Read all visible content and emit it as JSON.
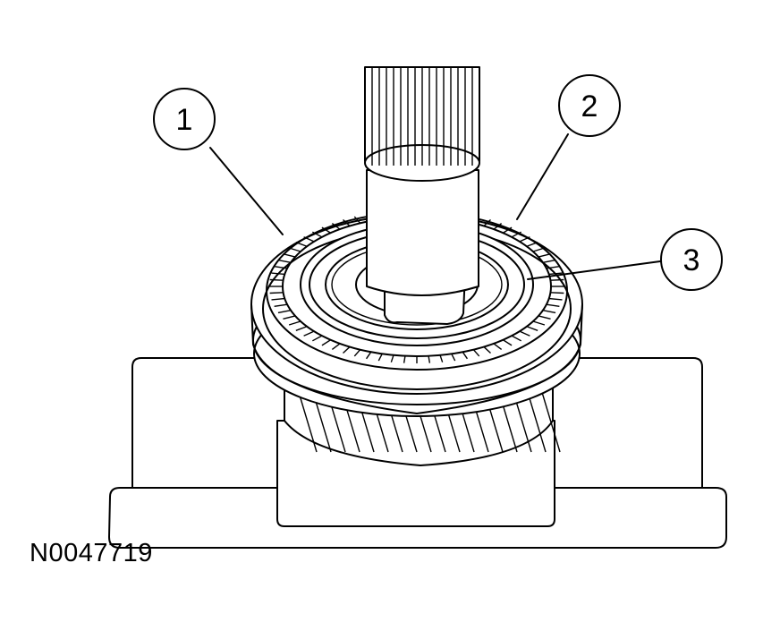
{
  "figure": {
    "id": "N0047719"
  },
  "callouts": [
    {
      "label": "1"
    },
    {
      "label": "2"
    },
    {
      "label": "3"
    }
  ]
}
